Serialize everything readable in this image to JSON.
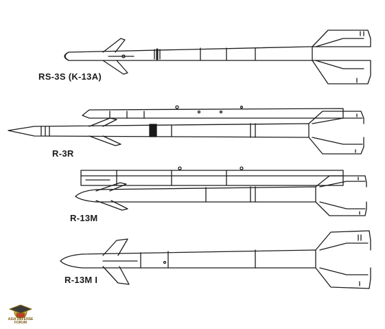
{
  "missiles": [
    {
      "label": "RS-3S (K-13A)"
    },
    {
      "label": "R-3R"
    },
    {
      "label": "R-13M"
    },
    {
      "label": "R-13M I"
    }
  ],
  "watermark": {
    "text": "ASIA DEFENSE FORUM"
  }
}
